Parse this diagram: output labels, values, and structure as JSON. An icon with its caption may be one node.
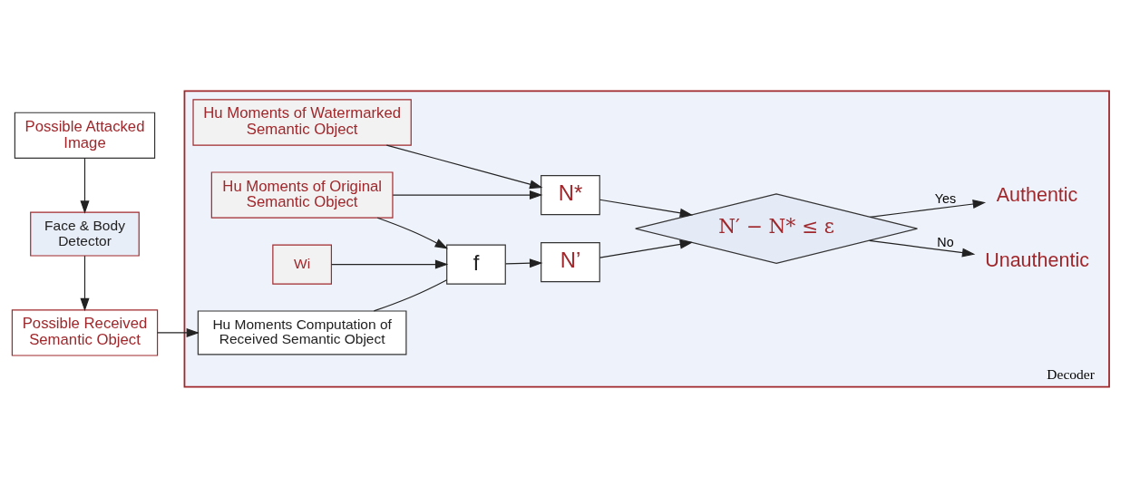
{
  "diagram": {
    "nodes": [
      {
        "text": [
          "Decoder"
        ]
      },
      {
        "text": [
          "Possible Attacked Image"
        ]
      },
      {
        "text": [
          "Face & Body Detector"
        ]
      },
      {
        "text": [
          "Possible Received Semantic Object"
        ]
      },
      {
        "text": [
          "Hu Moments of Watermarked Semantic Object"
        ],
        "in": 0
      },
      {
        "text": [
          "Hu Moments of Original Semantic Object"
        ],
        "in": 0
      },
      {
        "text": [
          "N*"
        ],
        "in": 0
      },
      {
        "text": [
          "Wi"
        ],
        "in": 0
      },
      {
        "text": [
          "f"
        ],
        "in": 0
      },
      {
        "text": [
          "N’"
        ],
        "in": 0
      },
      {
        "text": [
          "N′ − N* ≤ ε"
        ],
        "in": 0
      },
      {
        "text": [
          "Unauthentic"
        ],
        "in": 0
      },
      {
        "text": [
          "Authentic"
        ],
        "in": 0
      },
      {
        "text": [
          "Hu Moments Computation of Received Semantic Object"
        ],
        "in": 0
      }
    ],
    "edges": [
      {
        "from": 1,
        "to": 2,
        "arrow": "to"
      },
      {
        "from": 2,
        "to": 3,
        "arrow": "to"
      },
      {
        "from": 3,
        "to": 13,
        "arrow": "to"
      },
      {
        "from": 4,
        "to": 6,
        "arrow": "to"
      },
      {
        "from": 5,
        "to": 6,
        "arrow": "to"
      },
      {
        "from": 5,
        "to": 8,
        "arrow": "to"
      },
      {
        "from": 7,
        "to": 8,
        "arrow": "to"
      },
      {
        "from": 13,
        "to": 8,
        "arrow": "none"
      },
      {
        "from": 8,
        "to": 9,
        "arrow": "to"
      },
      {
        "from": 6,
        "to": 10,
        "arrow": "to"
      },
      {
        "from": 9,
        "to": 10,
        "arrow": "to"
      },
      {
        "from": 10,
        "to": 11,
        "label": "No",
        "arrow": "to"
      },
      {
        "from": 10,
        "to": 12,
        "label": "Yes",
        "arrow": "to"
      }
    ]
  }
}
